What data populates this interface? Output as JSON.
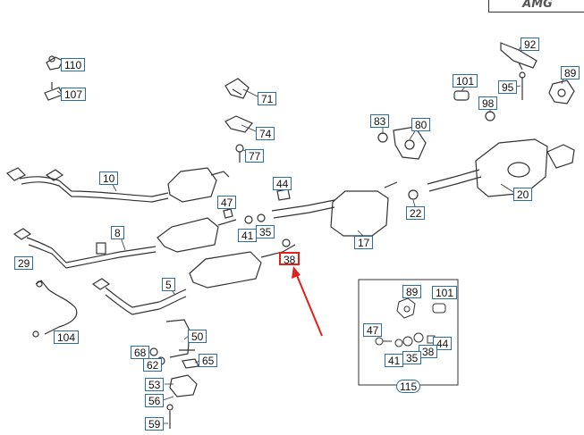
{
  "logo_text": "AMG",
  "highlight_color": "#e0201c",
  "label_color": "#2a6f9e",
  "callouts": [
    {
      "id": "110"
    },
    {
      "id": "107"
    },
    {
      "id": "71"
    },
    {
      "id": "74"
    },
    {
      "id": "77"
    },
    {
      "id": "10"
    },
    {
      "id": "47"
    },
    {
      "id": "44"
    },
    {
      "id": "41"
    },
    {
      "id": "35"
    },
    {
      "id": "8"
    },
    {
      "id": "29"
    },
    {
      "id": "38",
      "highlighted": true
    },
    {
      "id": "5"
    },
    {
      "id": "104"
    },
    {
      "id": "50"
    },
    {
      "id": "68"
    },
    {
      "id": "62"
    },
    {
      "id": "65"
    },
    {
      "id": "53"
    },
    {
      "id": "56"
    },
    {
      "id": "59"
    },
    {
      "id": "83"
    },
    {
      "id": "80"
    },
    {
      "id": "22"
    },
    {
      "id": "17"
    },
    {
      "id": "20"
    },
    {
      "id": "92"
    },
    {
      "id": "101"
    },
    {
      "id": "95"
    },
    {
      "id": "98"
    },
    {
      "id": "89"
    }
  ],
  "detail_callouts": [
    {
      "id": "89"
    },
    {
      "id": "101"
    },
    {
      "id": "47"
    },
    {
      "id": "44"
    },
    {
      "id": "38"
    },
    {
      "id": "41"
    },
    {
      "id": "35"
    },
    {
      "id": "115"
    }
  ]
}
